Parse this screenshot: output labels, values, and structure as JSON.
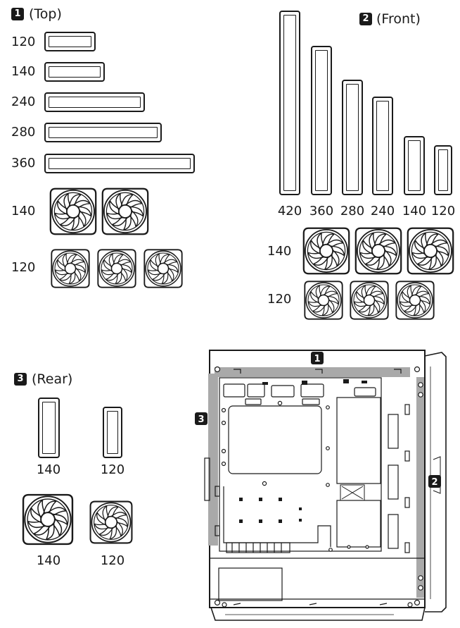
{
  "top": {
    "badge": "1",
    "title": "(Top)",
    "radiators": [
      "120",
      "140",
      "240",
      "280",
      "360"
    ],
    "fans": [
      "140",
      "120"
    ]
  },
  "front": {
    "badge": "2",
    "title": "(Front)",
    "radiators": [
      "420",
      "360",
      "280",
      "240",
      "140",
      "120"
    ],
    "fans": [
      "140",
      "120"
    ]
  },
  "rear": {
    "badge": "3",
    "title": "(Rear)",
    "radiators": [
      "140",
      "120"
    ],
    "fans": [
      "140",
      "120"
    ]
  },
  "case": {
    "markers": [
      "1",
      "2",
      "3"
    ],
    "highlight_color": "#a9a9a9"
  }
}
